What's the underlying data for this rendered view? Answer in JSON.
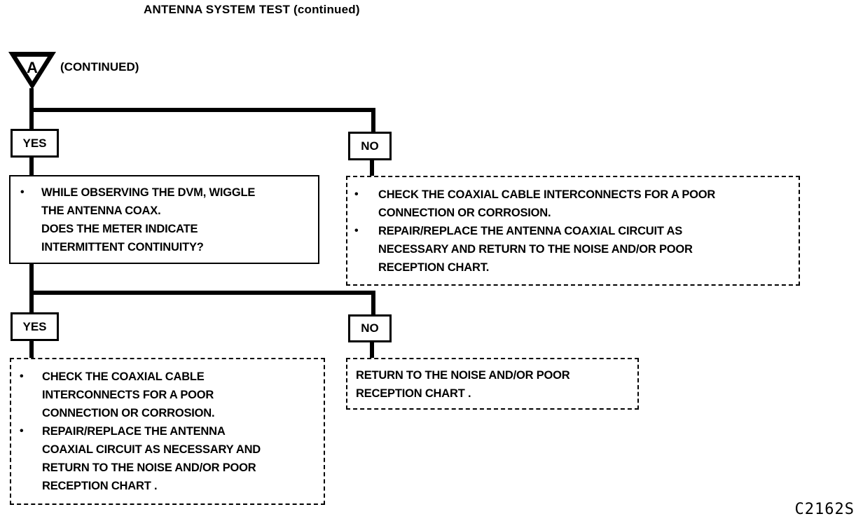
{
  "title": "ANTENNA SYSTEM TEST (continued)",
  "connector": {
    "letter": "A",
    "label": "(CONTINUED)"
  },
  "branch1": {
    "yes_label": "YES",
    "no_label": "NO",
    "question": {
      "bullet": "•",
      "text": "WHILE OBSERVING THE DVM, WIGGLE\nTHE ANTENNA COAX.\nDOES THE METER INDICATE\nINTERMITTENT CONTINUITY?"
    },
    "no_action": {
      "items": [
        {
          "bullet": "•",
          "text": "CHECK THE COAXIAL CABLE INTERCONNECTS FOR A POOR\nCONNECTION OR CORROSION."
        },
        {
          "bullet": "•",
          "text": "REPAIR/REPLACE THE ANTENNA COAXIAL CIRCUIT AS\nNECESSARY AND RETURN TO THE NOISE AND/OR POOR\nRECEPTION CHART."
        }
      ]
    }
  },
  "branch2": {
    "yes_label": "YES",
    "no_label": "NO",
    "yes_action": {
      "items": [
        {
          "bullet": "•",
          "text": "CHECK THE COAXIAL CABLE\nINTERCONNECTS FOR A POOR\nCONNECTION OR CORROSION."
        },
        {
          "bullet": "•",
          "text": "REPAIR/REPLACE THE ANTENNA\nCOAXIAL CIRCUIT AS NECESSARY AND\nRETURN TO THE NOISE AND/OR POOR\nRECEPTION CHART ."
        }
      ]
    },
    "no_action": {
      "text": "RETURN TO THE NOISE AND/OR POOR\nRECEPTION CHART ."
    }
  },
  "figure_code": "C2162S"
}
